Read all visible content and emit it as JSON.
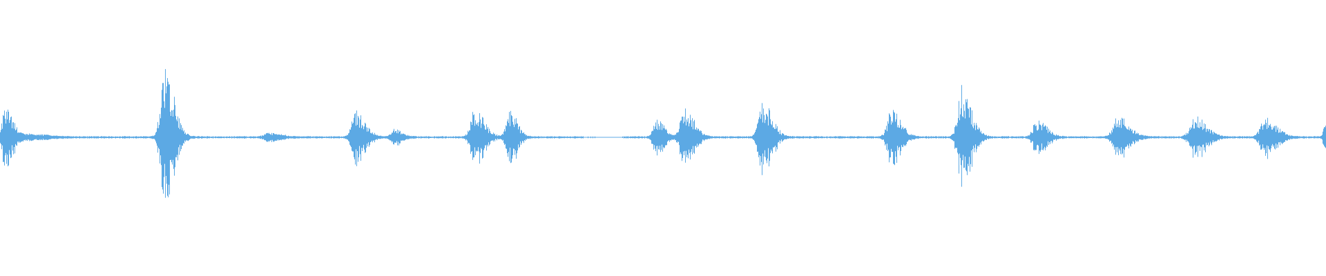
{
  "colors": {
    "background": "#ffffff",
    "waveform": "#5ca9e4"
  },
  "waveform": {
    "description_kind": "audio amplitude envelope, mono",
    "baseline_amplitude": 0.006,
    "bursts": [
      {
        "t": 0.004,
        "amp": 0.22,
        "width": 0.004
      },
      {
        "t": 0.022,
        "amp": 0.02,
        "width": 0.01
      },
      {
        "t": 0.124,
        "amp": 0.5,
        "width": 0.005
      },
      {
        "t": 0.203,
        "amp": 0.03,
        "width": 0.006
      },
      {
        "t": 0.268,
        "amp": 0.2,
        "width": 0.005
      },
      {
        "t": 0.297,
        "amp": 0.06,
        "width": 0.004
      },
      {
        "t": 0.358,
        "amp": 0.21,
        "width": 0.005
      },
      {
        "t": 0.384,
        "amp": 0.2,
        "width": 0.004
      },
      {
        "t": 0.495,
        "amp": 0.13,
        "width": 0.004
      },
      {
        "t": 0.516,
        "amp": 0.22,
        "width": 0.005
      },
      {
        "t": 0.575,
        "amp": 0.26,
        "width": 0.005
      },
      {
        "t": 0.672,
        "amp": 0.2,
        "width": 0.005
      },
      {
        "t": 0.725,
        "amp": 0.38,
        "width": 0.005
      },
      {
        "t": 0.782,
        "amp": 0.13,
        "width": 0.005
      },
      {
        "t": 0.843,
        "amp": 0.16,
        "width": 0.006
      },
      {
        "t": 0.901,
        "amp": 0.16,
        "width": 0.006
      },
      {
        "t": 0.954,
        "amp": 0.14,
        "width": 0.006
      },
      {
        "t": 0.999,
        "amp": 0.1,
        "width": 0.002
      }
    ],
    "gaps": [
      [
        0.44,
        0.47
      ]
    ]
  }
}
